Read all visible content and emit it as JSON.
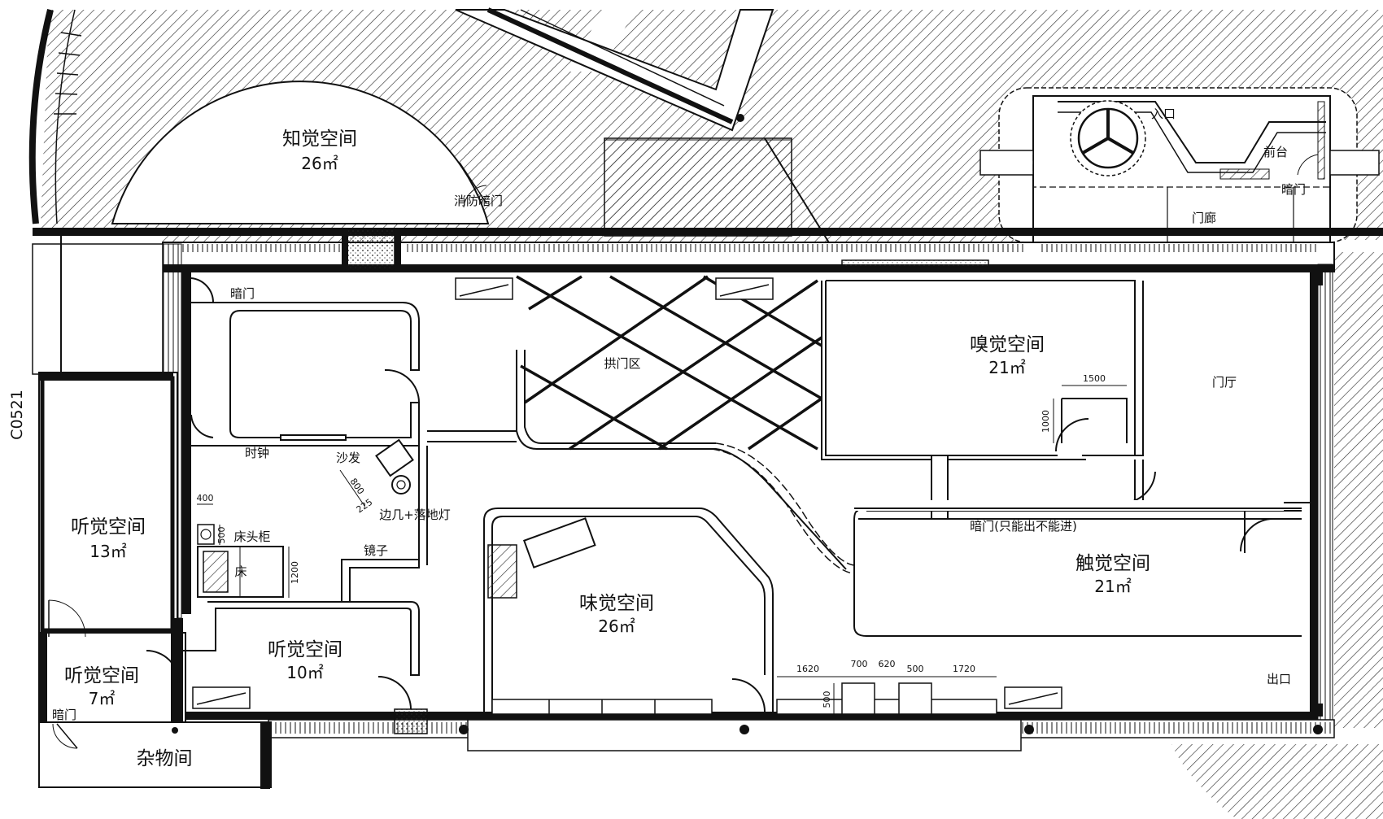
{
  "rooms": [
    {
      "id": "perception",
      "name": "知觉空间",
      "area": "26㎡"
    },
    {
      "id": "hearing-13",
      "name": "听觉空间",
      "area": "13㎡"
    },
    {
      "id": "hearing-7",
      "name": "听觉空间",
      "area": "7㎡"
    },
    {
      "id": "hearing-10",
      "name": "听觉空间",
      "area": "10㎡"
    },
    {
      "id": "taste",
      "name": "味觉空间",
      "area": "26㎡"
    },
    {
      "id": "smell",
      "name": "嗅觉空间",
      "area": "21㎡"
    },
    {
      "id": "touch",
      "name": "触觉空间",
      "area": "21㎡"
    }
  ],
  "labels": {
    "fire_hidden_door": "消防暗门",
    "entrance": "入口",
    "reception": "前台",
    "hidden_door_right": "暗门",
    "porch": "门廊",
    "hidden_door_top": "暗门",
    "arch_zone": "拱门区",
    "foyer": "门厅",
    "clock": "时钟",
    "sofa": "沙发",
    "side_table_lamp": "边几+落地灯",
    "bedside_cabinet": "床头柜",
    "bed": "床",
    "mirror": "镜子",
    "exit_only_door": "暗门(只能出不能进)",
    "exit": "出口",
    "hidden_door_bottom": "暗门",
    "storage": "杂物间",
    "drawing_code": "C0521"
  },
  "dims": {
    "d1500": "1500",
    "d1000": "1000",
    "d400": "400",
    "d500a": "500",
    "d1200": "1200",
    "d800": "800",
    "d225": "225",
    "d1620": "1620",
    "d700": "700",
    "d620": "620",
    "d500b": "500",
    "d1720": "1720",
    "d500c": "500"
  },
  "colors": {
    "line": "#111111",
    "hatch": "#333333",
    "paper": "#ffffff"
  }
}
